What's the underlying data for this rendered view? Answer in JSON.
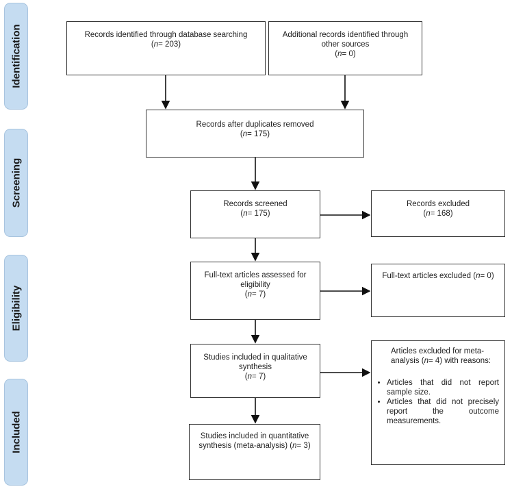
{
  "stages": {
    "identification": "Identification",
    "screening": "Screening",
    "eligibility": "Eligibility",
    "included": "Included"
  },
  "boxes": {
    "db_records": {
      "line1": "Records identified through database searching",
      "n_label": "n",
      "n_value": "= 203"
    },
    "other_records": {
      "line1": "Additional records identified through other sources",
      "n_label": "n",
      "n_value": "= 0"
    },
    "after_duplicates": {
      "line1": "Records after duplicates removed",
      "n_label": "n",
      "n_value": "= 175"
    },
    "screened": {
      "line1": "Records screened",
      "n_label": "n",
      "n_value": "= 175"
    },
    "excluded": {
      "line1": "Records excluded",
      "n_label": "n",
      "n_value": "= 168"
    },
    "fulltext_assessed": {
      "line1": "Full-text articles assessed for eligibility",
      "n_label": "n",
      "n_value": "= 7"
    },
    "fulltext_excluded": {
      "line1": "Full-text articles excluded (",
      "n_label": "n",
      "n_value": "= 0)"
    },
    "qualitative": {
      "line1": "Studies included in qualitative synthesis",
      "n_label": "n",
      "n_value": "= 7"
    },
    "meta_excluded": {
      "line1": "Articles excluded for meta-analysis (",
      "n_label": "n",
      "n_value": "= 4) with reasons:",
      "reasons": [
        "Articles that did not report sample size.",
        "Articles that did not precisely report the outcome measurements."
      ]
    },
    "quantitative": {
      "line1": "Studies included in quantitative synthesis (meta-analysis) (",
      "n_label": "n",
      "n_value": "= 3)"
    }
  }
}
